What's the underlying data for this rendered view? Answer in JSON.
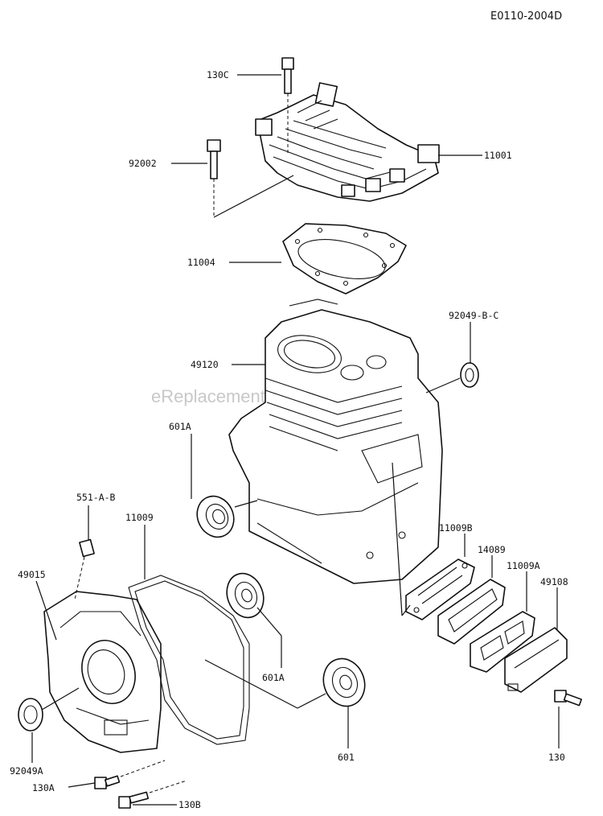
{
  "diagram_code": "E0110-2004D",
  "watermark": "eReplacementParts.com",
  "callouts": {
    "c130C": "130C",
    "c92002": "92002",
    "c11001": "11001",
    "c11004": "11004",
    "c92049BC": "92049-B-C",
    "c49120": "49120",
    "c601A_top": "601A",
    "c551AB": "551-A-B",
    "c11009": "11009",
    "c49015": "49015",
    "c11009B": "11009B",
    "c14089": "14089",
    "c11009A": "11009A",
    "c49108": "49108",
    "c601A_mid": "601A",
    "c601": "601",
    "c130": "130",
    "c92049A": "92049A",
    "c130A": "130A",
    "c130B": "130B"
  }
}
